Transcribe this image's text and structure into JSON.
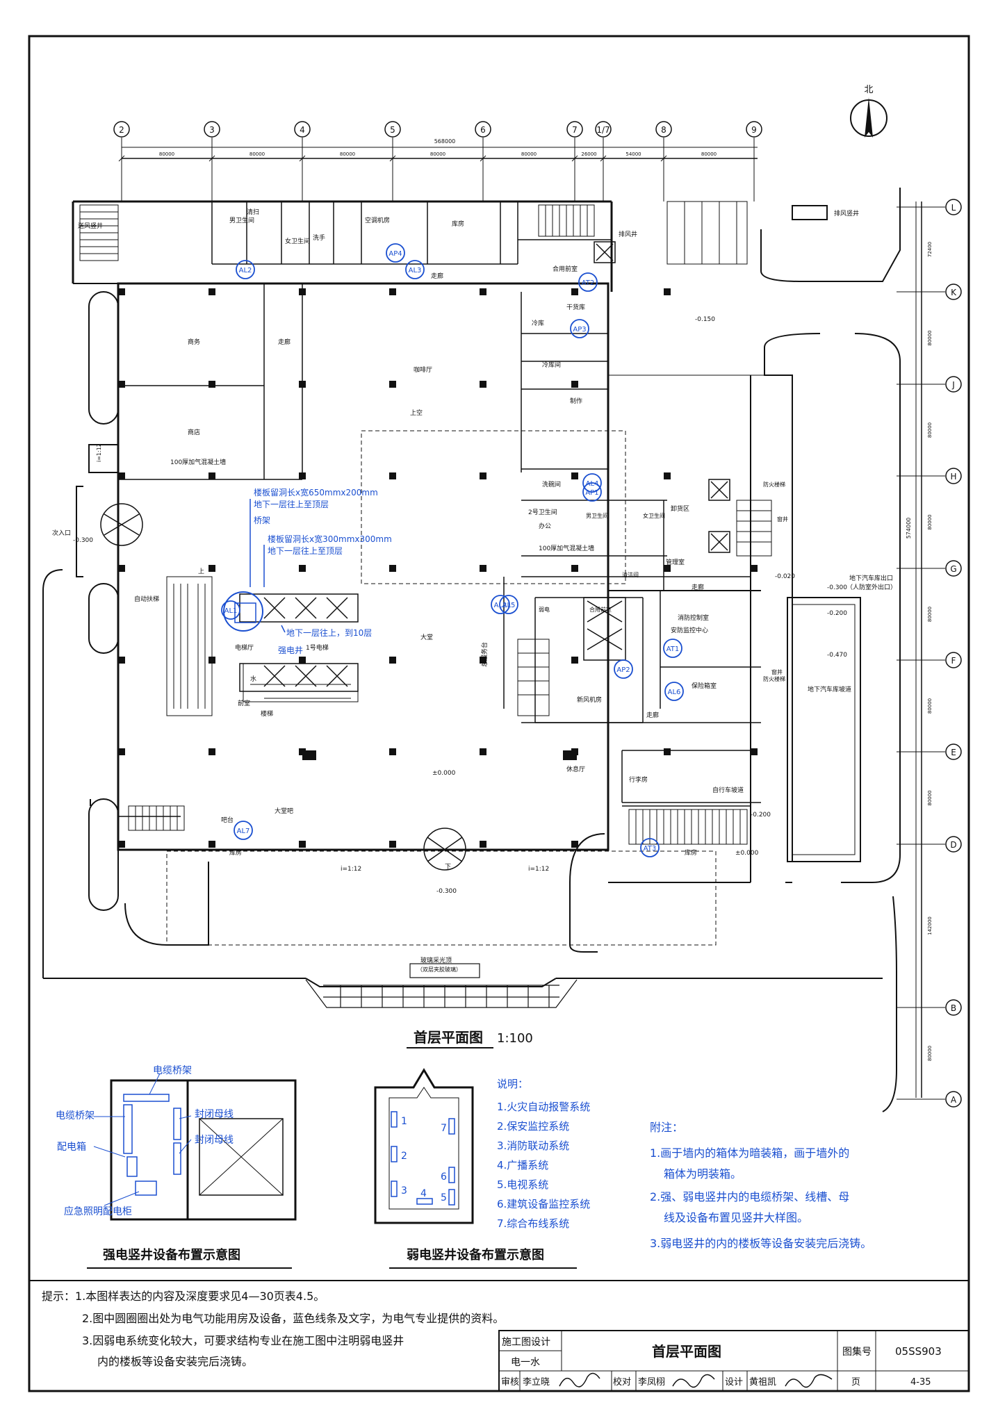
{
  "north": "北",
  "axes_top": [
    "2",
    "3",
    "4",
    "5",
    "6",
    "7",
    "1/7",
    "8",
    "9"
  ],
  "axes_right": [
    "L",
    "K",
    "J",
    "H",
    "G",
    "F",
    "E",
    "D",
    "B",
    "A"
  ],
  "dims_top": [
    "80000",
    "80000",
    "80000",
    "80000",
    "80000",
    "26000",
    "54000",
    "80000"
  ],
  "total_dim": "568000",
  "right_dims": [
    "72400",
    "80000",
    "80000",
    "80000",
    "80000",
    "80000",
    "80000",
    "142000",
    "80000"
  ],
  "right_total": "574000",
  "rooms": {
    "exhaust_shaft_left": "送风竖井",
    "men_wc": "男卫生间",
    "women_wc": "女卫生间",
    "cleaning": "清扫",
    "washroom": "洗手",
    "aircon": "空调机房",
    "storage_top": "库房",
    "exhaust_shaft_top": "排风井",
    "exhaust_shaft_right": "排风竖井",
    "combined_shaft": "合用前室",
    "corridor_top": "走廊",
    "shop1": "商务",
    "shop2": "商店",
    "corridor_left": "走廊",
    "cafe": "咖啡厅",
    "upper_void": "上空",
    "wall_note": "100厚加气混凝土墙",
    "cold_room": "冷库",
    "dry_goods": "干货库",
    "cold_room2": "冷库间",
    "kitchen": "制作",
    "dishwash": "洗碗间",
    "wc2": "2号卫生间",
    "office": "办公",
    "wall_note2": "100厚加气混凝土墙",
    "men_wc2": "男卫生间",
    "women_wc2": "女卫生间",
    "cleaning2": "清洁间",
    "unload": "卸货区",
    "manager": "管理室",
    "corridor_mid": "走廊",
    "fire_control": "消防控制室",
    "security": "安防监控中心",
    "corridor_r": "走廊",
    "fire_lobby": "防火楼梯",
    "window_well": "窗井",
    "fire_lobby2": "防火楼梯",
    "window_well2": "窗井",
    "parking_entry": "地下汽车库出口",
    "parking_sub": "（人防室外出口）",
    "ramp": "地下汽车库坡道",
    "escalator": "自动扶梯",
    "elevator_hall": "电梯厅",
    "elevator1": "1号电梯",
    "water": "水",
    "front_room": "前室",
    "stairs": "楼梯",
    "lobby": "大堂",
    "security_room": "总服务台",
    "lift_room": "新风机房",
    "combined2": "合用前室",
    "weak_shaft": "弱电",
    "strong_shaft_label": "强电井",
    "storage_r": "保险箱室",
    "luggage": "行李房",
    "bike_ramp": "自行车坡道",
    "lounge": "休息厅",
    "lobby_bar": "大堂吧",
    "bar": "吧台",
    "storage_bl": "库房",
    "storage_br": "库房",
    "secondary_entry": "次入口",
    "skylight": "玻璃采光顶",
    "skylight_sub": "（双层夹胶玻璃）",
    "down": "下",
    "up": "上"
  },
  "elevations": {
    "e1": "-0.150",
    "e2": "-0.300",
    "e3": "±0.000",
    "e4": "-0.020",
    "e5": "-0.300",
    "e6": "-0.200",
    "e7": "-0.470",
    "e8": "±0.000",
    "e9": "-0.300",
    "e10": "-0.200"
  },
  "slopes": {
    "s1": "i=1:12",
    "s2": "i=1:12",
    "s3": "i=1:12"
  },
  "blue_notes": {
    "n1": "楼板留洞长x宽650mmx200mm",
    "n2": "地下一层往上至顶层",
    "n3": "桥架",
    "n4": "楼板留洞长x宽300mmx300mm",
    "n5": "地下一层往上至顶层",
    "n6": "地下一层往上，到10层",
    "n7": "强电井"
  },
  "tags": [
    "AL2",
    "AP4",
    "AL3",
    "AT2",
    "AP3",
    "AL4",
    "AP1",
    "AL1",
    "AL2",
    "AL5",
    "AT1",
    "AP2",
    "AL6",
    "AL7",
    "AT3"
  ],
  "plan_title": "首层平面图",
  "plan_scale": "1:100",
  "strong_detail": {
    "title": "强电竖井设备布置示意图",
    "cable_tray_top": "电缆桥架",
    "cable_tray_left": "电缆桥架",
    "dist_box": "配电箱",
    "busbar1": "封闭母线",
    "busbar2": "封闭母线",
    "emergency": "应急照明配电柜"
  },
  "weak_detail": {
    "title": "弱电竖井设备布置示意图",
    "nums": [
      "1",
      "2",
      "3",
      "4",
      "5",
      "6",
      "7"
    ]
  },
  "legend": {
    "heading": "说明：",
    "items": [
      "1.火灾自动报警系统",
      "2.保安监控系统",
      "3.消防联动系统",
      "4.广播系统",
      "5.电视系统",
      "6.建筑设备监控系统",
      "7.综合布线系统"
    ]
  },
  "notes": {
    "heading": "附注：",
    "lines": [
      "1.画于墙内的箱体为暗装箱，画于墙外的",
      "箱体为明装箱。",
      "2.强、弱电竖井内的电缆桥架、线槽、母",
      "线及设备布置见竖井大样图。",
      "3.弱电竖井的内的楼板等设备安装完后浇铸。"
    ]
  },
  "hints": {
    "lines": [
      "提示：1.本图样表达的内容及深度要求见4—30页表4.5。",
      "2.图中圆圈圈出处为电气功能用房及设备，蓝色线条及文字，为电气专业提供的资料。",
      "3.因弱电系统变化较大，可要求结构专业在施工图中注明弱电竖井",
      "内的楼板等设备安装完后浇铸。"
    ]
  },
  "titleblock": {
    "stage": "施工图设计",
    "discipline": "电一水",
    "title": "首层平面图",
    "atlas_label": "图集号",
    "atlas_no": "05SS903",
    "review_label": "审核",
    "reviewer": "李立晓",
    "check_label": "校对",
    "checker": "李凤栩",
    "design_label": "设计",
    "designer": "黄祖凯",
    "page_label": "页",
    "page_no": "4-35"
  }
}
